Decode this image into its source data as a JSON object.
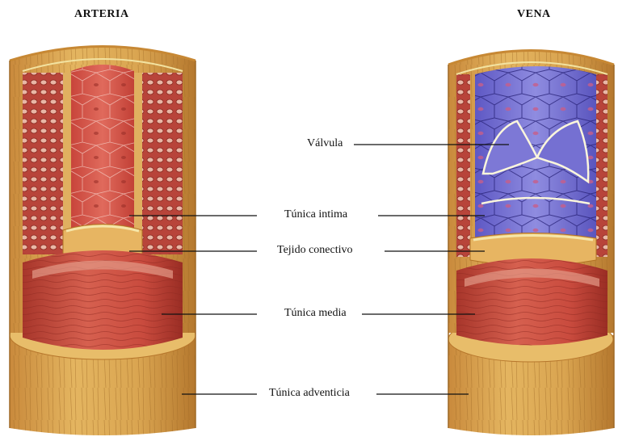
{
  "titles": {
    "artery": "ARTERIA",
    "vein": "VENA"
  },
  "labels": {
    "valve": "Válvula",
    "intima": "Túnica intima",
    "connective": "Tejido conectivo",
    "media": "Túnica media",
    "adventitia": "Túnica adventicia"
  },
  "colors": {
    "adventitia": "#d9a450",
    "adventitia_dark": "#b97b2e",
    "media": "#c94b3e",
    "media_dark": "#9e2f26",
    "intima_artery": "#d8544a",
    "intima_vein": "#6e6ad0",
    "connective": "#e0b060",
    "elastic_band": "#f2e2a0"
  }
}
